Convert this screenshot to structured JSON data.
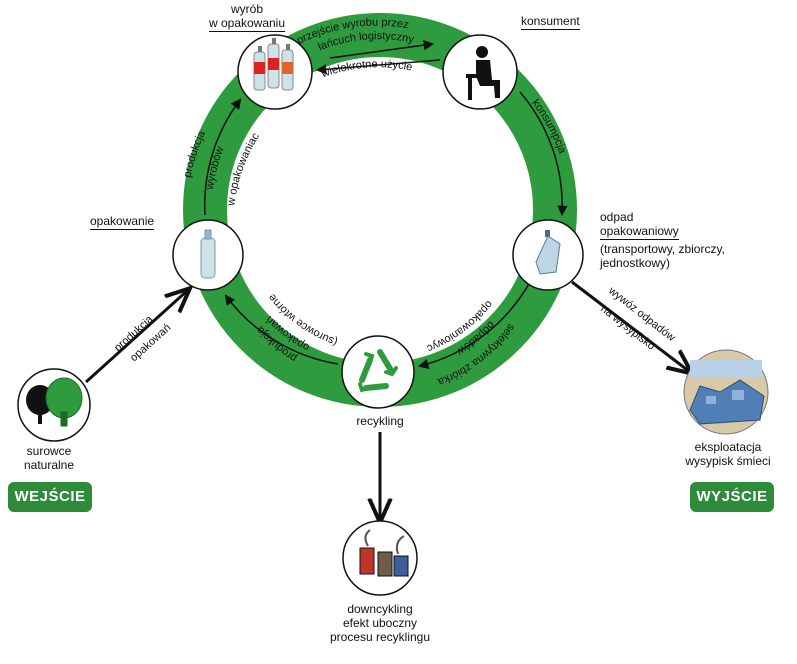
{
  "colors": {
    "ring": "#2e9b3e",
    "badge": "#2e8b3a",
    "line": "#111111"
  },
  "nodes": {
    "product": {
      "label_line1": "wyrób",
      "label_line2": "w opakowaniu",
      "icon": "bottles-icon"
    },
    "consumer": {
      "label": "konsument",
      "icon": "seated-person-icon"
    },
    "waste": {
      "label_line1": "odpad",
      "label_line2": "opakowaniowy",
      "detail_line1": "(transportowy, zbiorczy,",
      "detail_line2": "jednostkowy)",
      "icon": "crushed-bottle-icon"
    },
    "recycling": {
      "label": "recykling",
      "icon": "recycle-icon"
    },
    "packaging": {
      "label": "opakowanie",
      "icon": "bottle-icon"
    },
    "raw": {
      "label_line1": "surowce",
      "label_line2": "naturalne",
      "icon": "trees-icon"
    },
    "landfill": {
      "label_line1": "eksploatacja",
      "label_line2": "wysypisk śmieci",
      "icon": "landfill-icon"
    },
    "downcycling": {
      "label_line1": "downcykling",
      "label_line2": "efekt uboczny",
      "label_line3": "procesu recyklingu",
      "icon": "barrels-icon"
    }
  },
  "ring_labels": {
    "top_outer_1": "przejście wyrobu przez",
    "top_outer_2": "łańcuch logistyczny",
    "top_inner": "wielokrotne użycie",
    "right": "konsumpcja",
    "bottom_right_1": "selektywna zbiórka",
    "bottom_right_2": "odpadów",
    "bottom_right_3": "opakowaniowych",
    "bottom_left_1": "produkcja",
    "bottom_left_2": "opakowań",
    "bottom_left_3": "(surowce wtórne)",
    "left_1": "produkcja",
    "left_2": "wyrobów",
    "left_3": "w opakowaniach"
  },
  "edge_labels": {
    "input_1": "produkcja",
    "input_2": "opakowań",
    "output_1": "wywóz odpadów",
    "output_2": "na wysypisko"
  },
  "badges": {
    "input": "WEJŚCIE",
    "output": "WYJŚCIE"
  }
}
